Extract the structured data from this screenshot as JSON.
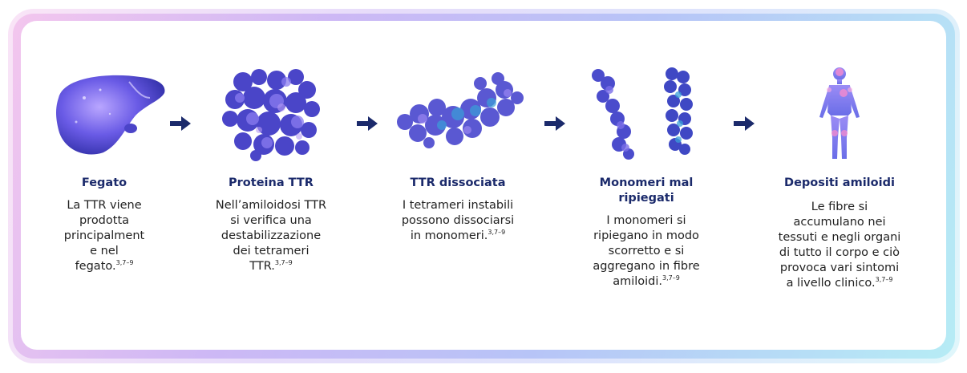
{
  "steps": [
    {
      "title": "Fegato",
      "description": "La TTR viene\nprodotta\nprincipalment\ne nel\nfegato.",
      "ref": "3,7–9",
      "icon": "liver-icon"
    },
    {
      "title": "Proteina TTR",
      "description": "Nell’amiloidosi TTR\nsi verifica una\ndestabilizzazione\ndei tetrameri\nTTR.",
      "ref": "3,7–9",
      "icon": "ttr-protein-icon"
    },
    {
      "title": "TTR dissociata",
      "description": "I tetrameri instabili\npossono dissociarsi\nin monomeri.",
      "ref": "3,7–9",
      "icon": "dissociated-ttr-icon"
    },
    {
      "title": "Monomeri mal\nripiegati",
      "description": "I monomeri si\nripiegano in modo\nscorretto e si\naggregano in fibre\namiloidi.",
      "ref": "3,7–9",
      "icon": "misfolded-monomers-icon"
    },
    {
      "title": "Depositi amiloidi",
      "description": "Le fibre si\naccumulano nei\ntessuti e negli organi\ndi tutto il corpo e ciò\nprovoca vari sintomi\na livello clinico.",
      "ref": "3,7–9",
      "icon": "human-body-icon"
    }
  ],
  "colors": {
    "title": "#1b2a6b",
    "arrow": "#1b2a6b",
    "text": "#222222",
    "molecule_dark": "#3b3fb8",
    "molecule_light": "#8a7cf0"
  }
}
